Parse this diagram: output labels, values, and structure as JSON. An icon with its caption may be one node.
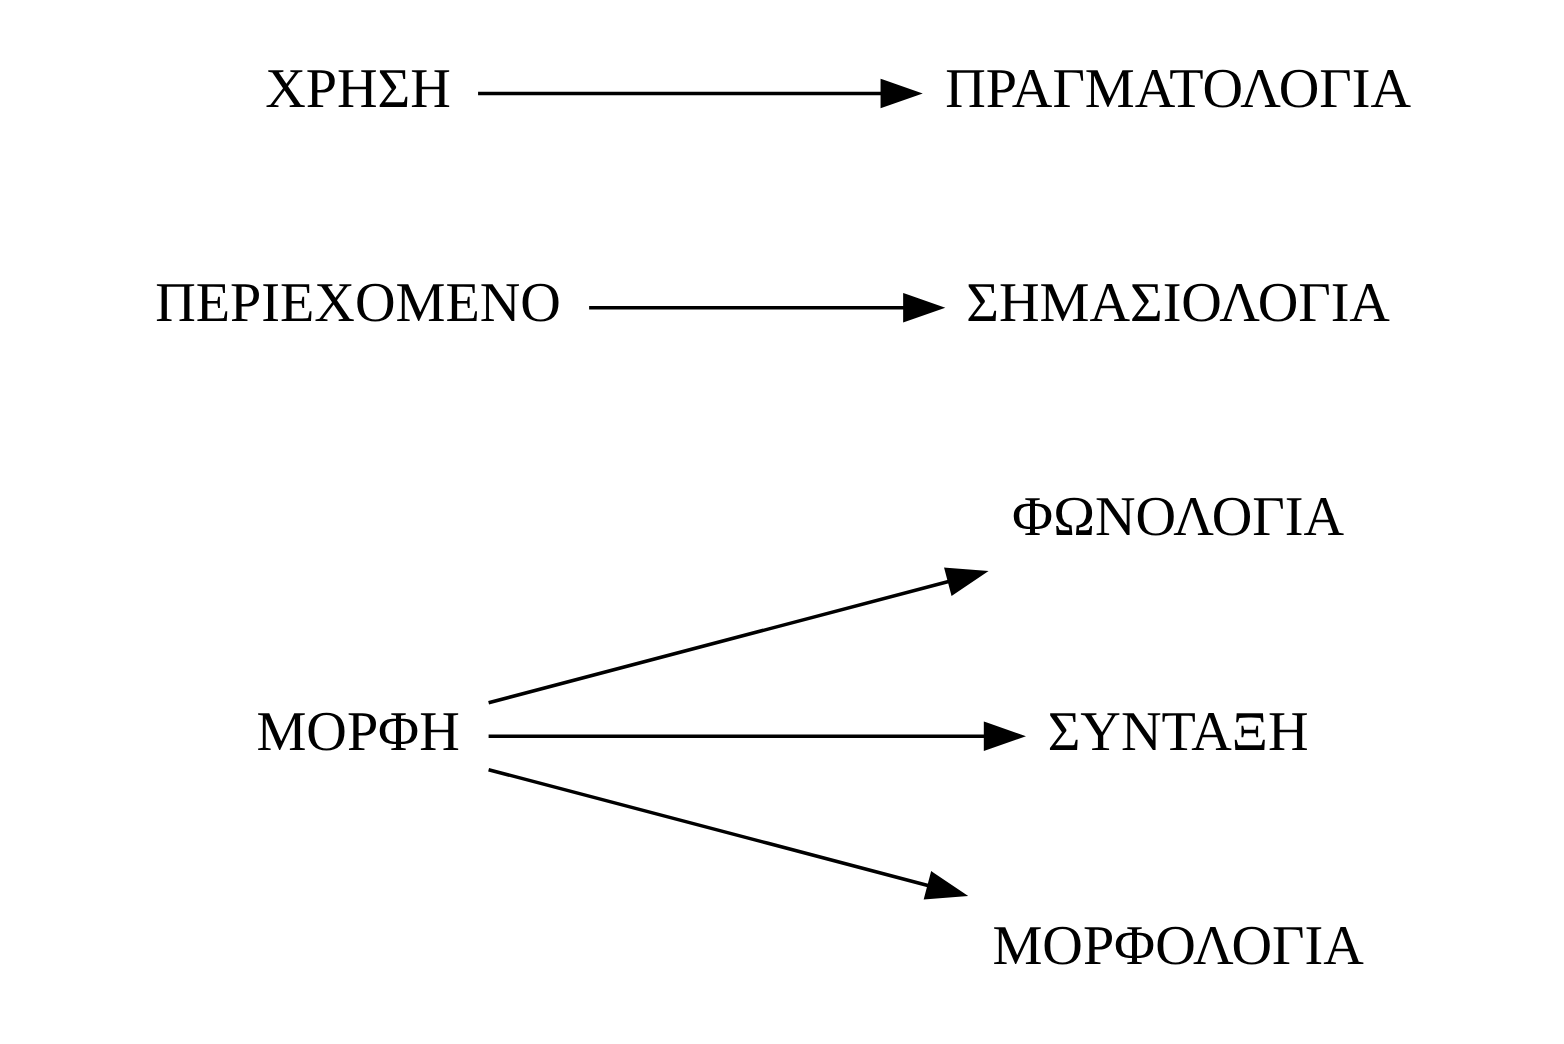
{
  "diagram": {
    "nodes": [
      {
        "text": [
          "ΜΟΡΦΗ"
        ]
      },
      {
        "text": [
          "ΦΩΝΟΛΟΓΙΑ"
        ]
      },
      {
        "text": [
          "ΣΥΝΤΑΞΗ"
        ]
      },
      {
        "text": [
          "ΜΟΡΦΟΛΟΓΙΑ"
        ]
      },
      {
        "text": [
          "ΠΕΡΙΕΧΟΜΕΝΟ"
        ]
      },
      {
        "text": [
          "ΣΗΜΑΣΙΟΛΟΓΙΑ"
        ]
      },
      {
        "text": [
          "ΧΡΗΣΗ"
        ]
      },
      {
        "text": [
          "ΠΡΑΓΜΑΤΟΛΟΓΙΑ"
        ]
      }
    ],
    "edges": [
      {
        "from": 0,
        "to": 1,
        "arrow": "to"
      },
      {
        "from": 0,
        "to": 2,
        "arrow": "to"
      },
      {
        "from": 0,
        "to": 3,
        "arrow": "to"
      },
      {
        "from": 4,
        "to": 5,
        "arrow": "to"
      },
      {
        "from": 6,
        "to": 7,
        "arrow": "to"
      }
    ]
  }
}
